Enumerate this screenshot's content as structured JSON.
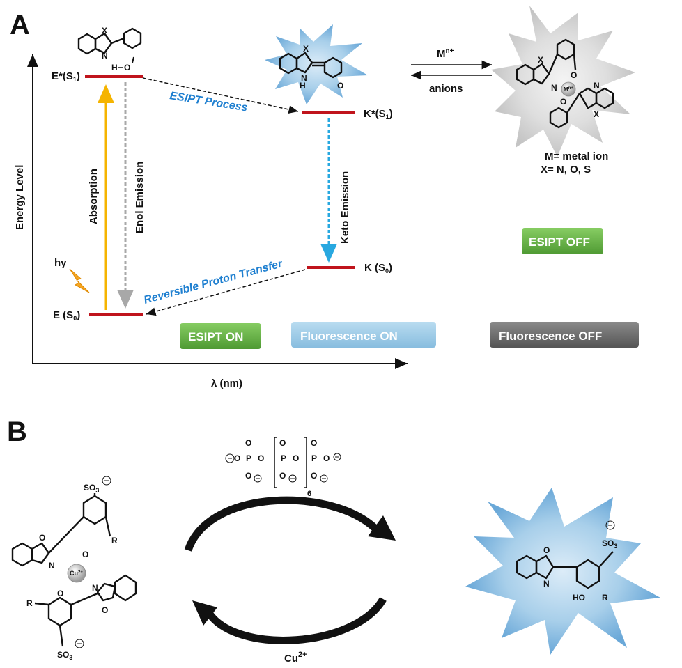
{
  "panel_a": {
    "letter": "A",
    "axis_y_label": "Energy Level",
    "axis_x_label": "λ (nm)",
    "levels": {
      "enol_excited": "E*(S1)",
      "enol_ground": "E (S0)",
      "keto_excited": "K*(S1)",
      "keto_ground": "K (S0)"
    },
    "hv_label": "hγ",
    "absorption_label": "Absorption",
    "enol_emission_label": "Enol Emission",
    "keto_emission_label": "Keto Emission",
    "esipt_process_label": "ESIPT Process",
    "reversible_label": "Reversible Proton Transfer",
    "metal_arrow_label": "Mn+",
    "anions_label": "anions",
    "metal_def": "M= metal ion",
    "x_def": "X= N, O, S",
    "badges": {
      "esipt_on": "ESIPT ON",
      "fluor_on": "Fluorescence  ON",
      "fluor_off": "Fluorescence  OFF",
      "esipt_off": "ESIPT OFF"
    },
    "colors": {
      "level_line": "#c0141c",
      "absorption": "#f5b400",
      "enol_emission": "#a8a8a8",
      "keto_emission": "#28a8e0",
      "esipt_text": "#1e7fd0",
      "badge_green": "#6cb84a",
      "badge_blue": "#9ccbe6",
      "badge_gray": "#6e6e6e",
      "star_blue": "#7ab4de",
      "star_gray": "#d4d4d4"
    }
  },
  "panel_b": {
    "letter": "B",
    "top_reagent_subscript": "6",
    "bottom_reagent": "Cu2+",
    "complex_metal": "Cu2+",
    "sulfonate": "SO3",
    "substituent": "R",
    "hydroxy": "HO"
  }
}
